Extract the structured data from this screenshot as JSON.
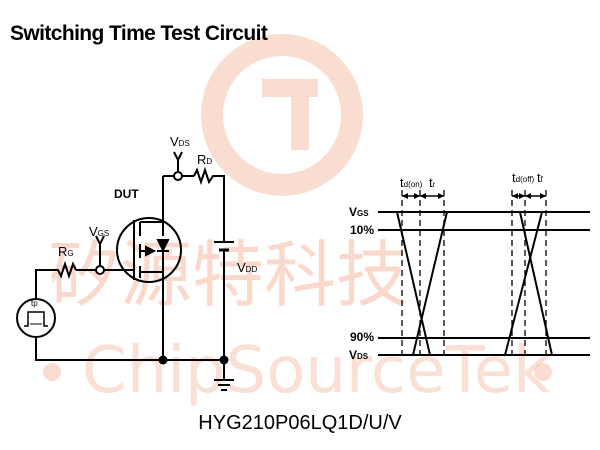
{
  "title": "Switching Time Test Circuit",
  "part_number": "HYG210P06LQ1D/U/V",
  "watermark": {
    "chinese_text": "矽源特科技",
    "english_text": "ChipSourceTek",
    "color": "#f6b9a3"
  },
  "circuit": {
    "dut_label": "DUT",
    "vds": {
      "main": "V",
      "sub": "DS"
    },
    "rd": {
      "main": "R",
      "sub": "D"
    },
    "vgs": {
      "main": "V",
      "sub": "GS"
    },
    "rg": {
      "main": "R",
      "sub": "G"
    },
    "vdd": {
      "main": "V",
      "sub": "DD"
    },
    "tp": "tp"
  },
  "waveform": {
    "td_on": {
      "main": "t",
      "sub": "d(on)"
    },
    "tr_left": {
      "main": "t",
      "sub": "r"
    },
    "td_off": {
      "main": "t",
      "sub": "d(off)"
    },
    "tf": {
      "main": "t",
      "sub": "f"
    },
    "vgs": {
      "main": "V",
      "sub": "GS"
    },
    "pct10": "10%",
    "pct90": "90%",
    "vds": {
      "main": "V",
      "sub": "DS"
    }
  }
}
